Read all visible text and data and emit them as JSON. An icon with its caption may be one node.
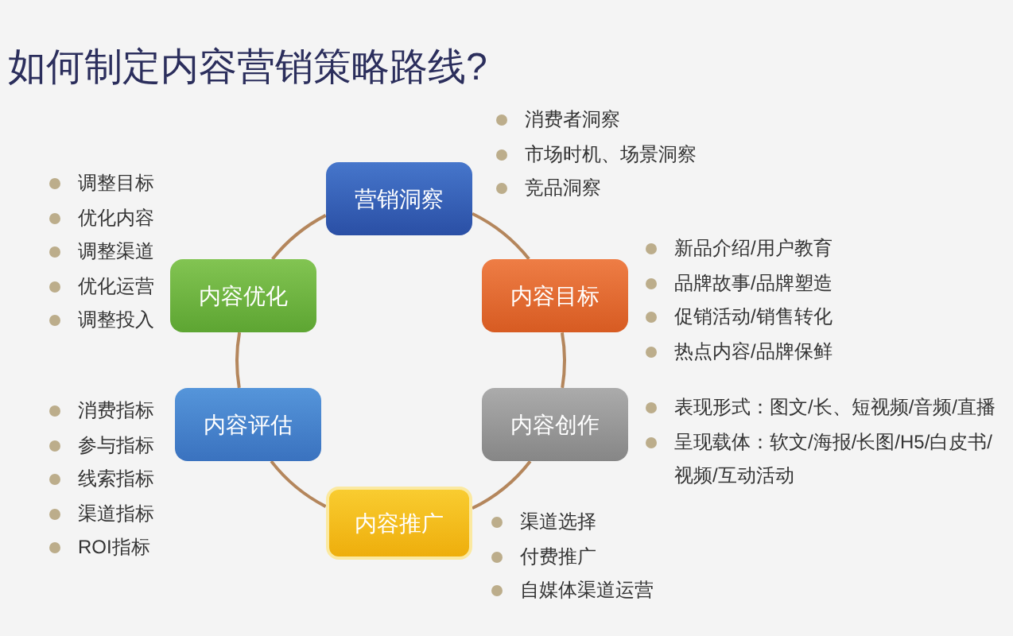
{
  "diagram": {
    "title": "如何制定内容营销策略路线?",
    "nodes": [
      {
        "text": [
          "营销洞察"
        ],
        "beside": [
          "消费者洞察",
          "市场时机、场景洞察",
          "竞品洞察"
        ]
      },
      {
        "text": [
          "内容目标"
        ],
        "beside": [
          "新品介绍/用户教育",
          "品牌故事/品牌塑造",
          "促销活动/销售转化",
          "热点内容/品牌保鲜"
        ]
      },
      {
        "text": [
          "内容创作"
        ],
        "beside": [
          "表现形式：图文/长、短视频/音频/直播",
          "呈现载体：软文/海报/长图/H5/白皮书/视频/互动活动"
        ]
      },
      {
        "text": [
          "内容推广"
        ],
        "beside": [
          "渠道选择",
          "付费推广",
          "自媒体渠道运营"
        ]
      },
      {
        "text": [
          "内容评估"
        ],
        "beside": [
          "消费指标",
          "参与指标",
          "线索指标",
          "渠道指标",
          "ROI指标"
        ]
      },
      {
        "text": [
          "内容优化"
        ],
        "beside": [
          "调整目标",
          "优化内容",
          "调整渠道",
          "优化运营",
          "调整投入"
        ]
      }
    ],
    "edges": [
      {
        "from": 0,
        "to": 1,
        "arrow": "none"
      },
      {
        "from": 1,
        "to": 2,
        "arrow": "none"
      },
      {
        "from": 2,
        "to": 3,
        "arrow": "none"
      },
      {
        "from": 3,
        "to": 4,
        "arrow": "none"
      },
      {
        "from": 4,
        "to": 5,
        "arrow": "none"
      },
      {
        "from": 5,
        "to": 0,
        "arrow": "none"
      }
    ]
  }
}
